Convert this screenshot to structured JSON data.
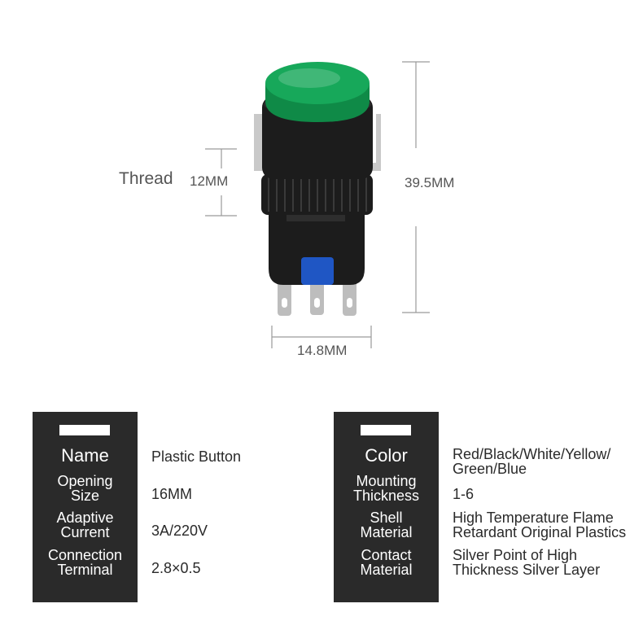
{
  "dimensions": {
    "thread_label": "Thread",
    "thread_size": "12MM",
    "height": "39.5MM",
    "width": "14.8MM"
  },
  "colors": {
    "lens": "#17a85a",
    "body": "#1c1c1c",
    "bracket": "#c9c9c9",
    "terminal_block": "#1f56c4",
    "terminal_pins": "#bdbdbd",
    "panel_header": "#2a2a2a"
  },
  "specs_left": [
    {
      "key": [
        "Name"
      ],
      "value": [
        "Plastic Button"
      ]
    },
    {
      "key": [
        "Opening",
        "Size"
      ],
      "value": [
        "16MM"
      ]
    },
    {
      "key": [
        "Adaptive",
        "Current"
      ],
      "value": [
        "3A/220V"
      ]
    },
    {
      "key": [
        "Connection",
        "Terminal"
      ],
      "value": [
        "2.8×0.5"
      ]
    }
  ],
  "specs_right": [
    {
      "key": [
        "Color"
      ],
      "value": [
        "Red/Black/White/Yellow/",
        "Green/Blue"
      ]
    },
    {
      "key": [
        "Mounting",
        "Thickness"
      ],
      "value": [
        "1-6"
      ]
    },
    {
      "key": [
        "Shell",
        "Material"
      ],
      "value": [
        "High Temperature Flame",
        "Retardant Original Plastics"
      ]
    },
    {
      "key": [
        "Contact",
        "Material"
      ],
      "value": [
        "Silver Point of High",
        "Thickness Silver Layer"
      ]
    }
  ]
}
